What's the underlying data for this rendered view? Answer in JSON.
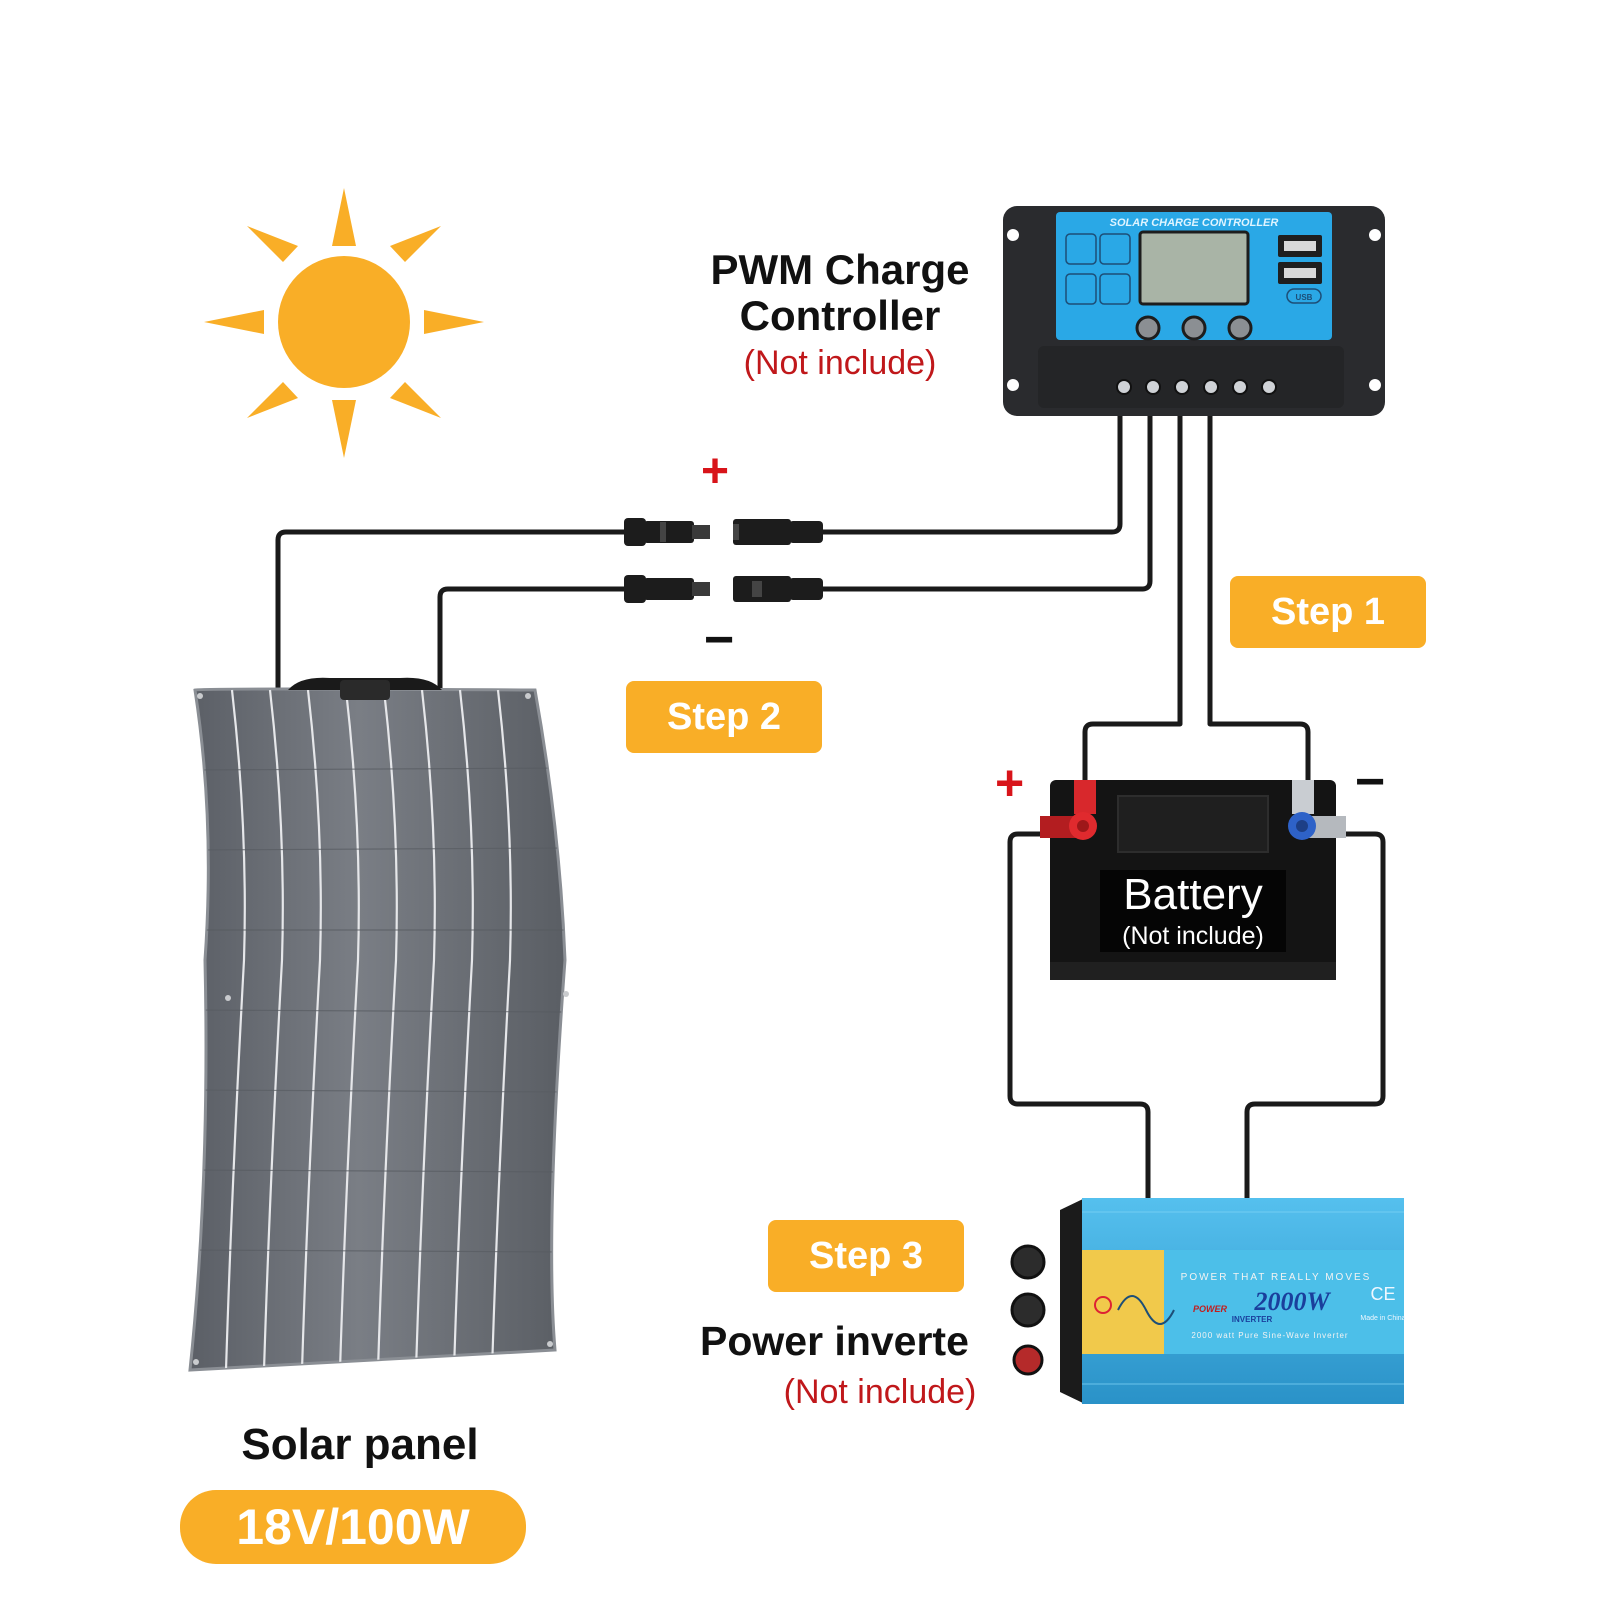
{
  "controller": {
    "title_line1": "PWM Charge",
    "title_line2": "Controller",
    "note": "(Not include)",
    "device_label": "SOLAR CHARGE CONTROLLER",
    "usb_label": "USB"
  },
  "battery": {
    "title": "Battery",
    "note": "(Not include)"
  },
  "inverter": {
    "title": "Power inverte",
    "note": "(Not include)",
    "device_slogan": "POWER THAT REALLY MOVES",
    "device_power": "2000W",
    "device_brand": "POWER",
    "device_brand2": "INVERTER",
    "device_desc": "2000 watt Pure Sine-Wave Inverter",
    "device_ce": "CE",
    "device_origin": "Made in China"
  },
  "solar_panel": {
    "title": "Solar panel",
    "spec": "18V/100W"
  },
  "steps": {
    "step1": "Step 1",
    "step2": "Step 2",
    "step3": "Step 3"
  },
  "polarity": {
    "plus": "+",
    "minus": "−"
  },
  "colors": {
    "accent": "#f9ae27",
    "sun": "#f9ae27",
    "note_red": "#c0181b",
    "plus_red": "#d8141a",
    "controller_blue": "#2aa8e6",
    "inverter_blue": "#3aaee0",
    "panel_gray": "#6d7178",
    "wire": "#1a1a1a"
  }
}
